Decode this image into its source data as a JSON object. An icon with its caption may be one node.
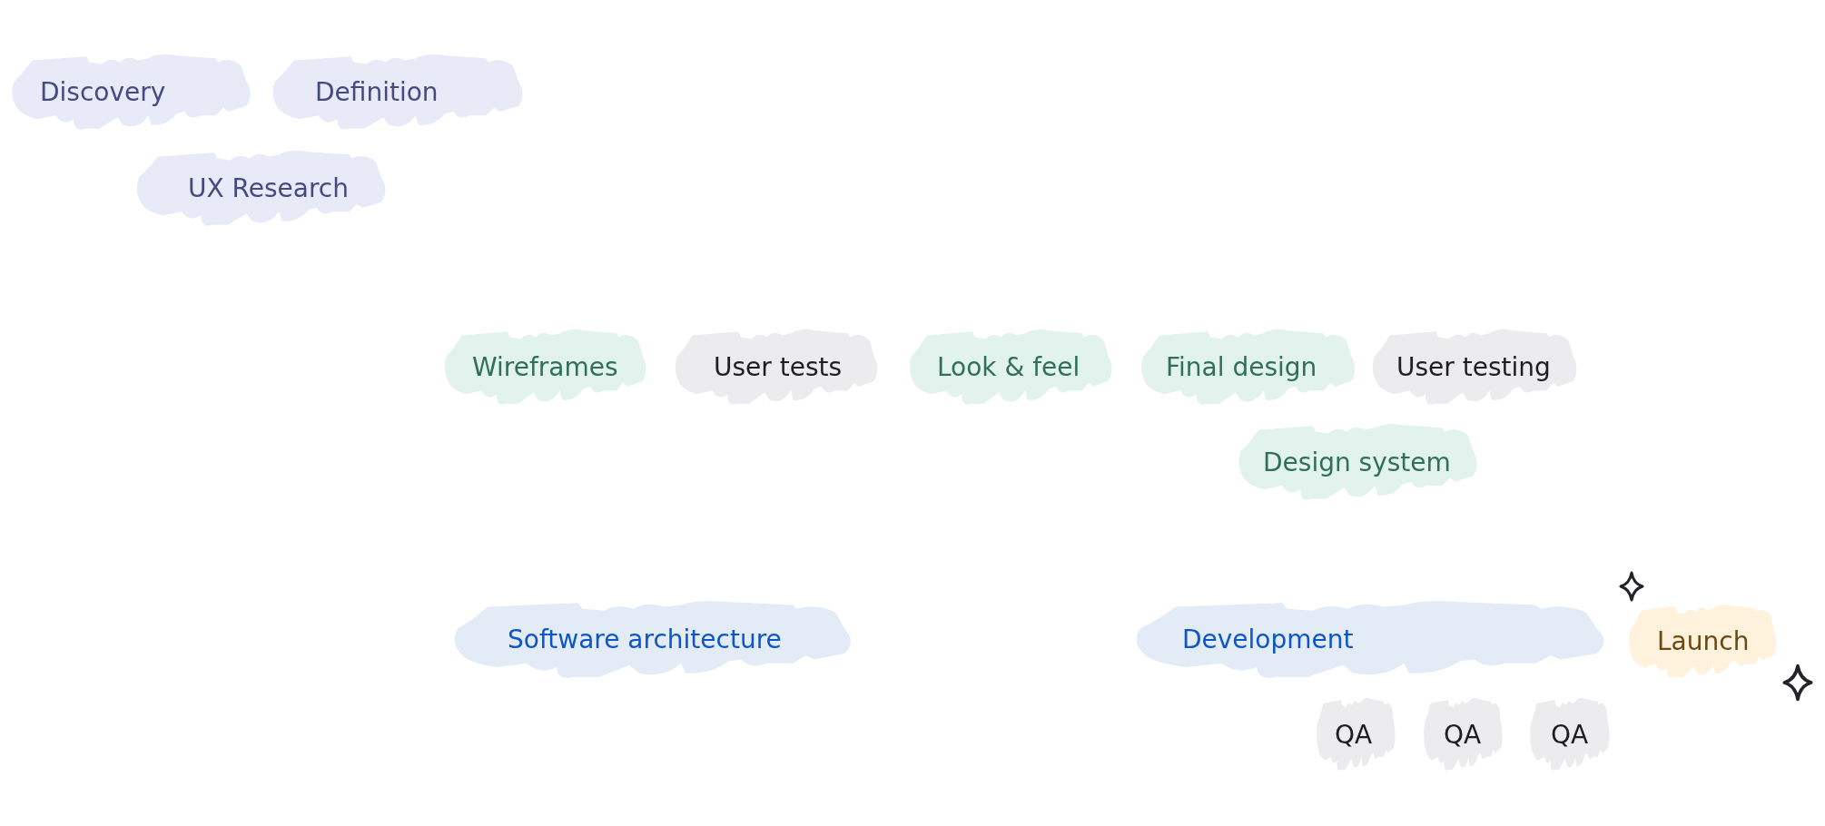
{
  "diagram": {
    "nodes": [
      {
        "text": [
          "Discovery"
        ]
      },
      {
        "text": [
          "Definition"
        ]
      },
      {
        "text": [
          "UX Research"
        ]
      },
      {
        "text": [
          "Wireframes"
        ]
      },
      {
        "text": [
          "User tests"
        ]
      },
      {
        "text": [
          "Look & feel"
        ]
      },
      {
        "text": [
          "Final design"
        ]
      },
      {
        "text": [
          "User testing"
        ]
      },
      {
        "text": [
          "Design system"
        ]
      },
      {
        "text": [
          "Software architecture"
        ]
      },
      {
        "text": [
          "Development"
        ]
      },
      {
        "text": [
          "Launch"
        ]
      },
      {
        "text": [
          "QA"
        ]
      },
      {
        "text": [
          "QA"
        ]
      },
      {
        "text": [
          "QA"
        ]
      }
    ]
  }
}
